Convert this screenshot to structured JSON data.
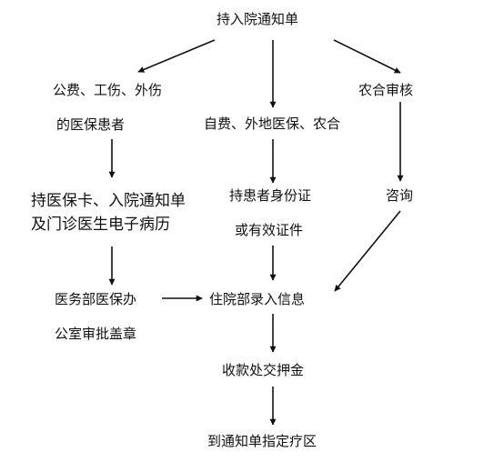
{
  "nodes": {
    "start": "持入院通知单",
    "left_line1": "公费、工伤、外伤",
    "left_line2": "的医保患者",
    "mid_line1": "自费、外地医保、农合",
    "right_line1": "农合审核",
    "left2_line1": "持医保卡、入院通知单",
    "left2_line2": "及门诊医生电子病历",
    "mid2_line1": "持患者身份证",
    "mid2_line2": "或有效证件",
    "right2_line1": "咨询",
    "left3_line1": "医务部医保办",
    "left3_line2": "公室审批盖章",
    "center3": "住院部录入信息",
    "center4": "收款处交押金",
    "center5": "到通知单指定疗区"
  }
}
